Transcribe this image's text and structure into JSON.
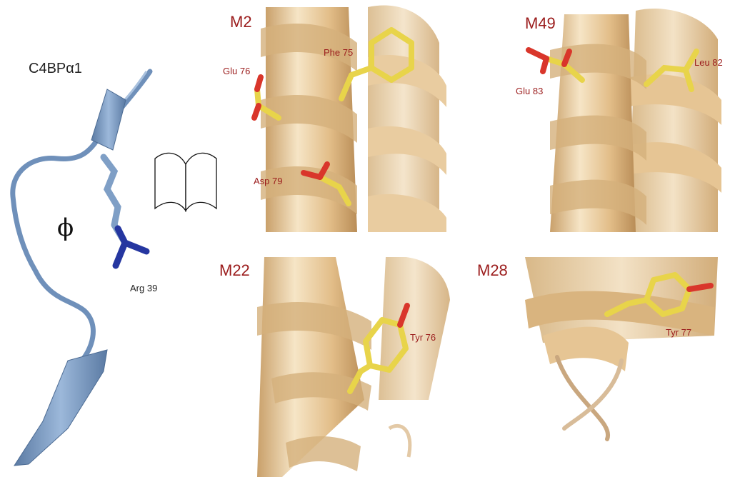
{
  "left_panel": {
    "protein_label": "C4BPα1",
    "symbol": "ϕ",
    "residue_label": "Arg 39",
    "book_icon": "open-book-icon"
  },
  "panels": [
    {
      "name": "M2",
      "residues": [
        "Phe 75",
        "Glu 76",
        "Asp 79"
      ]
    },
    {
      "name": "M49",
      "residues": [
        "Glu 83",
        "Leu 82"
      ]
    },
    {
      "name": "M22",
      "residues": [
        "Tyr 76"
      ]
    },
    {
      "name": "M28",
      "residues": [
        "Tyr 77"
      ]
    }
  ],
  "colors": {
    "helix_fill": "#e6c594",
    "helix_dark": "#c9a06a",
    "helix_light": "#f6e5c6",
    "strand_blue": "#7f9fc6",
    "strand_dark": "#5a7aa3",
    "sidechain_yellow": "#e8d44a",
    "oxygen_red": "#d9362b",
    "nitrogen_blue": "#2536a0",
    "label_red": "#9b1c1c"
  }
}
